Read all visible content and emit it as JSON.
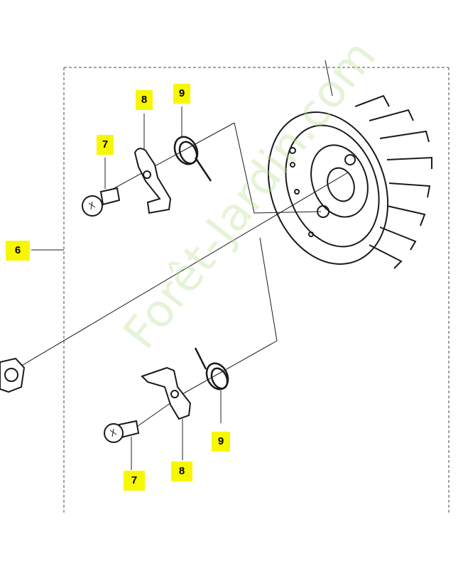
{
  "callouts": {
    "c6": "6",
    "c7_top": "7",
    "c8_top": "8",
    "c9_top": "9",
    "c7_bottom": "7",
    "c8_bottom": "8",
    "c9_bottom": "9"
  },
  "watermark": "Forêt-Jardin.com",
  "colors": {
    "callout_bg": "#f7f700",
    "line": "#1a1a1a",
    "watermark": "#b4dc8c"
  }
}
